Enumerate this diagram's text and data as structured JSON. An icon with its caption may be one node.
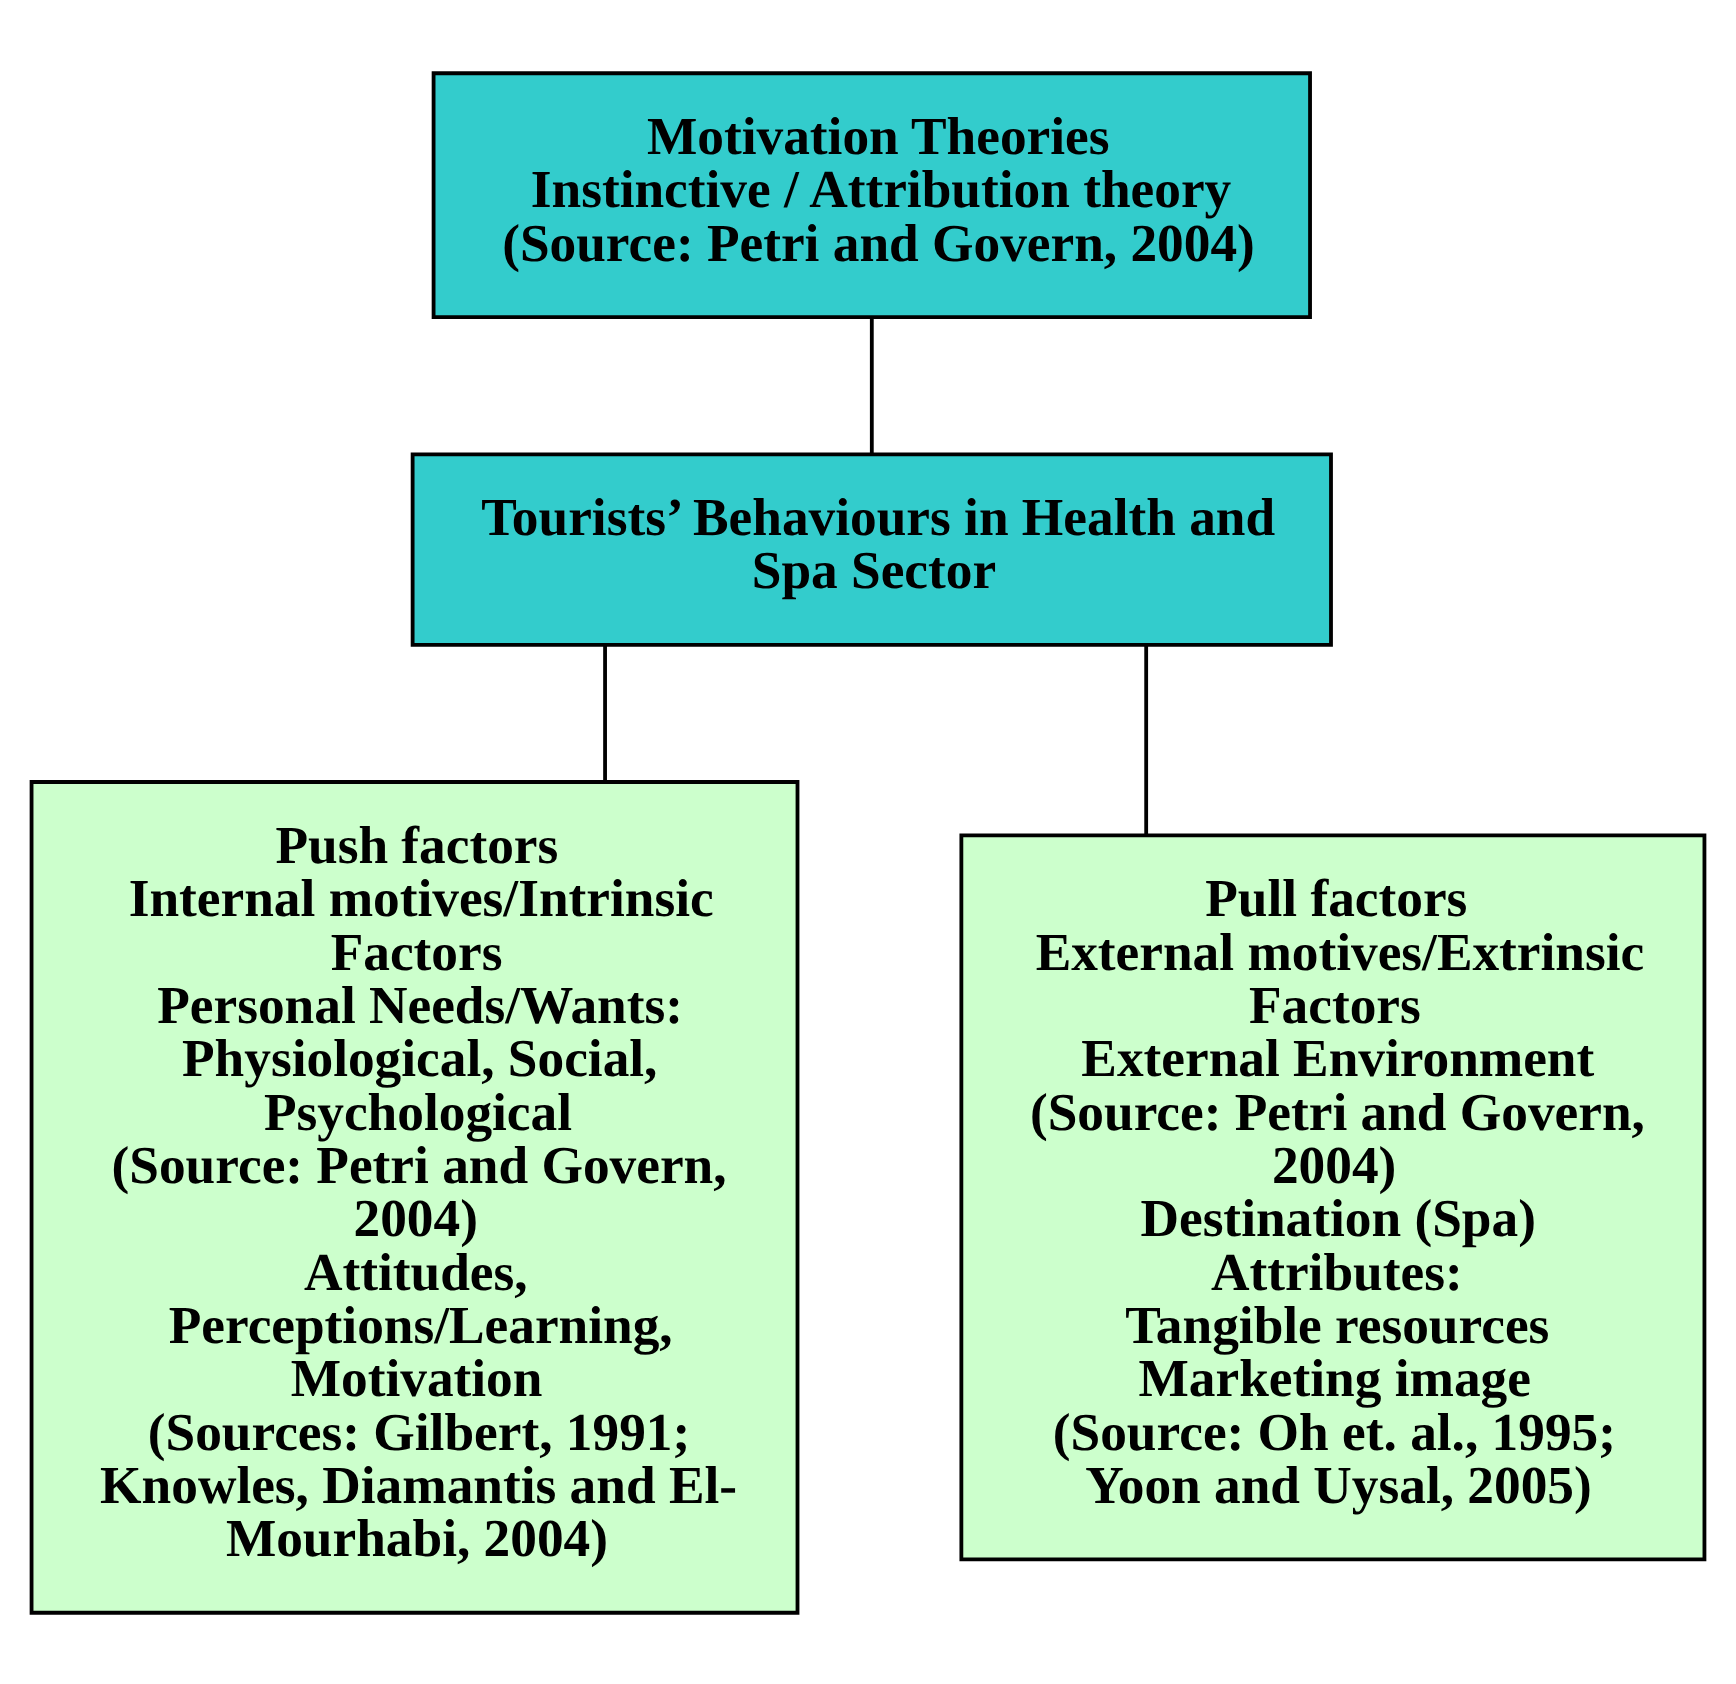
{
  "diagram": {
    "nodes": [
      {
        "text": [
          "Motivation Theories",
          "Instinctive / Attribution theory",
          "(Source: Petri and Govern, 2004)"
        ]
      },
      {
        "text": [
          "Tourists’ Behaviours in Health and Spa Sector"
        ]
      },
      {
        "text": [
          "Push factors",
          "Internal motives/Intrinsic Factors",
          "Personal Needs/Wants: Physiological, Social, Psychological",
          "(Source: Petri and Govern, 2004)",
          "Attitudes, Perceptions/Learning, Motivation",
          "(Sources: Gilbert, 1991; Knowles, Diamantis and El-Mourhabi, 2004)"
        ]
      },
      {
        "text": [
          "Pull factors",
          "External motives/Extrinsic Factors",
          "External Environment",
          "(Source: Petri and Govern, 2004)",
          "Destination (Spa) Attributes:",
          "Tangible resources",
          "Marketing image",
          "(Source: Oh et. al., 1995; Yoon and Uysal, 2005)"
        ]
      }
    ],
    "edges": [
      {
        "from": 0,
        "to": 1,
        "arrow": "none"
      },
      {
        "from": 1,
        "to": 2,
        "arrow": "none"
      },
      {
        "from": 1,
        "to": 3,
        "arrow": "none"
      }
    ]
  }
}
